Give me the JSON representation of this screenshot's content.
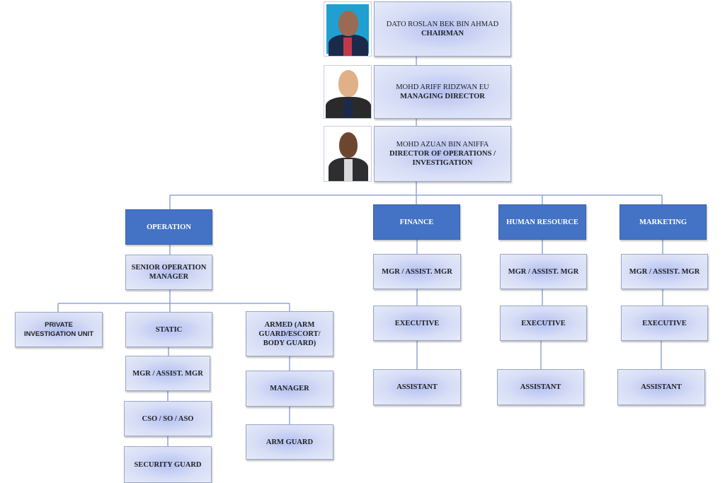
{
  "executives": [
    {
      "name": "DATO ROSLAN BEK BIN AHMAD",
      "title": "CHAIRMAN"
    },
    {
      "name": "MOHD ARIFF RIDZWAN EU",
      "title": "MANAGING DIRECTOR"
    },
    {
      "name": "MOHD AZUAN BIN ANIFFA",
      "title": "DIRECTOR OF OPERATIONS / INVESTIGATION"
    }
  ],
  "departments": {
    "operation": {
      "label": "OPERATION",
      "senior": "SENIOR OPERATION MANAGER",
      "piu": "PRIVATE INVESTIGATION UNIT",
      "static": {
        "label": "STATIC",
        "items": [
          "MGR / ASSIST. MGR",
          "CSO / SO / ASO",
          "SECURITY GUARD"
        ]
      },
      "armed": {
        "label": "ARMED (ARM GUARD/ESCORT/ BODY GUARD)",
        "items": [
          "MANAGER",
          "ARM GUARD"
        ]
      }
    },
    "finance": {
      "label": "FINANCE",
      "items": [
        "MGR / ASSIST. MGR",
        "EXECUTIVE",
        "ASSISTANT"
      ]
    },
    "hr": {
      "label": "HUMAN RESOURCE",
      "items": [
        "MGR / ASSIST. MGR",
        "EXECUTIVE",
        "ASSISTANT"
      ]
    },
    "marketing": {
      "label": "MARKETING",
      "items": [
        "MGR / ASSIST. MGR",
        "EXECUTIVE",
        "ASSISTANT"
      ]
    }
  },
  "colors": {
    "dept": "#4472c4",
    "line": "#7f9bd0"
  }
}
